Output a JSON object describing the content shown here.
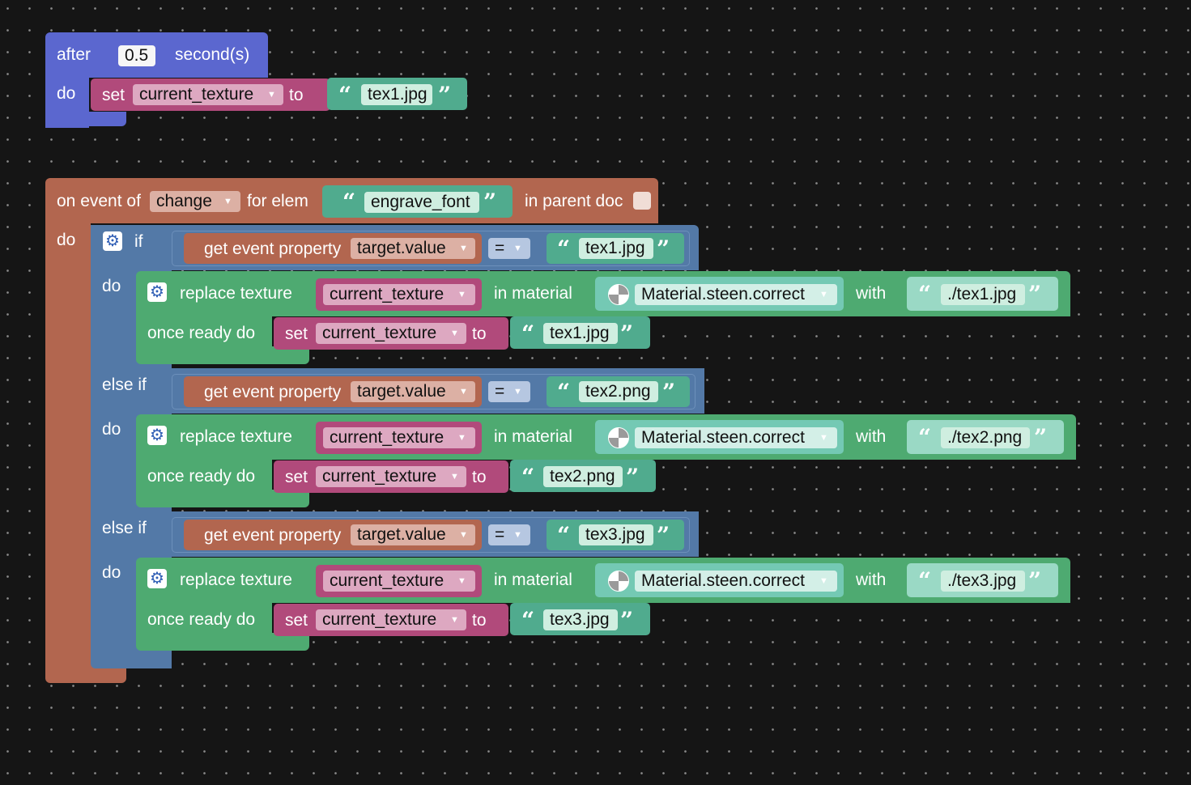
{
  "timer": {
    "after": "after",
    "seconds_value": "0.5",
    "seconds_suffix": "second(s)",
    "do": "do",
    "set": "set",
    "var": "current_texture",
    "to": "to",
    "value": "tex1.jpg"
  },
  "event": {
    "on_event_of": "on event of",
    "event_name": "change",
    "for_elem": "for elem",
    "elem": "engrave_font",
    "in_parent_doc": "in parent doc",
    "do": "do"
  },
  "if_block": {
    "if": "if",
    "else_if": "else if",
    "do": "do",
    "get_event_property": "get event property",
    "property": "target.value",
    "operator": "=",
    "replace_texture": "replace texture",
    "in_material": "in material",
    "with": "with",
    "once_ready_do": "once ready do",
    "set": "set",
    "to": "to",
    "var": "current_texture",
    "material": "Material.steen.correct"
  },
  "branches": [
    {
      "compare": "tex1.jpg",
      "path": "./tex1.jpg",
      "set_value": "tex1.jpg"
    },
    {
      "compare": "tex2.png",
      "path": "./tex2.png",
      "set_value": "tex2.png"
    },
    {
      "compare": "tex3.jpg",
      "path": "./tex3.jpg",
      "set_value": "tex3.jpg"
    }
  ],
  "colors": {
    "background": "#151515",
    "timer_block": "#5b67cf",
    "event_block": "#b2664f",
    "control_block": "#5379a7",
    "action_block": "#4eaa71",
    "variable_block": "#b14a7b",
    "text_block": "#50ab8e"
  },
  "icons": {
    "gear": "gear-icon",
    "material": "material-icon",
    "dropdown": "dropdown-arrow-icon",
    "quote_open": "quote-open-icon",
    "quote_close": "quote-close-icon"
  }
}
